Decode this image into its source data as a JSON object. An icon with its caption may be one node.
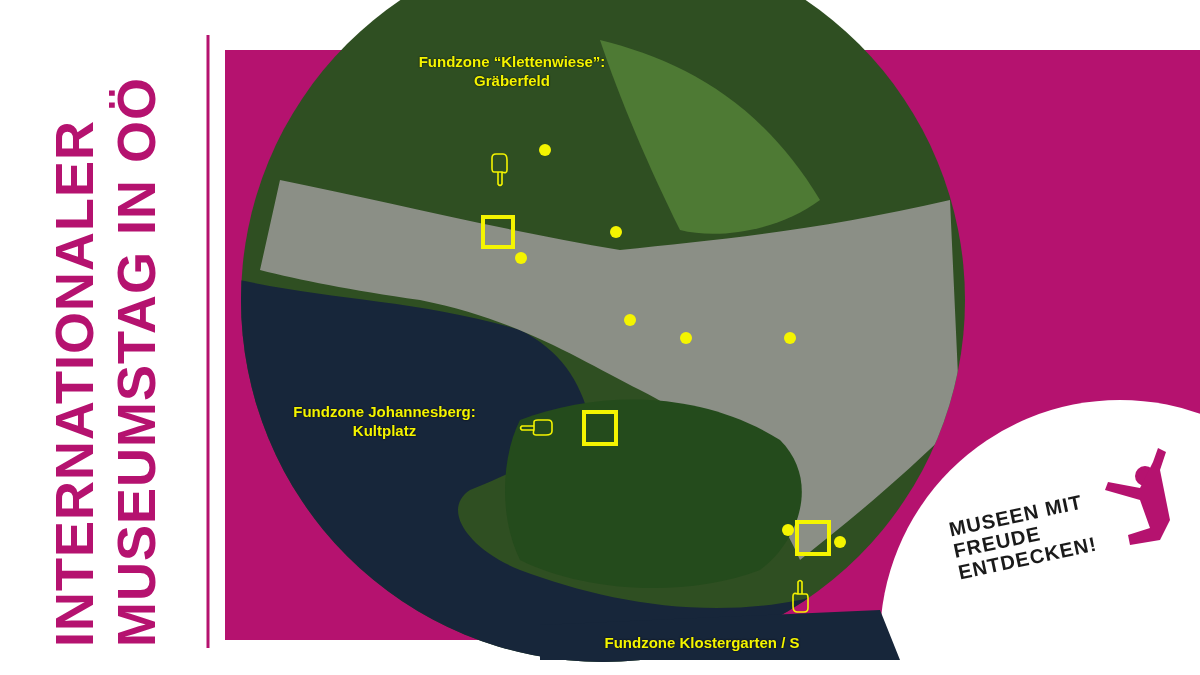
{
  "diagram": {
    "title": "INTERNATIONALER MUSEUMSTAG IN OÖ",
    "labels": [
      "Fundzone “Klettenwiese”: Gräberfeld",
      "Fundzone Johannesberg: Kultplatz",
      "Fundzone Klostergarten / S",
      "MUSEEN MIT FREUDE ENTDECKEN!"
    ]
  }
}
